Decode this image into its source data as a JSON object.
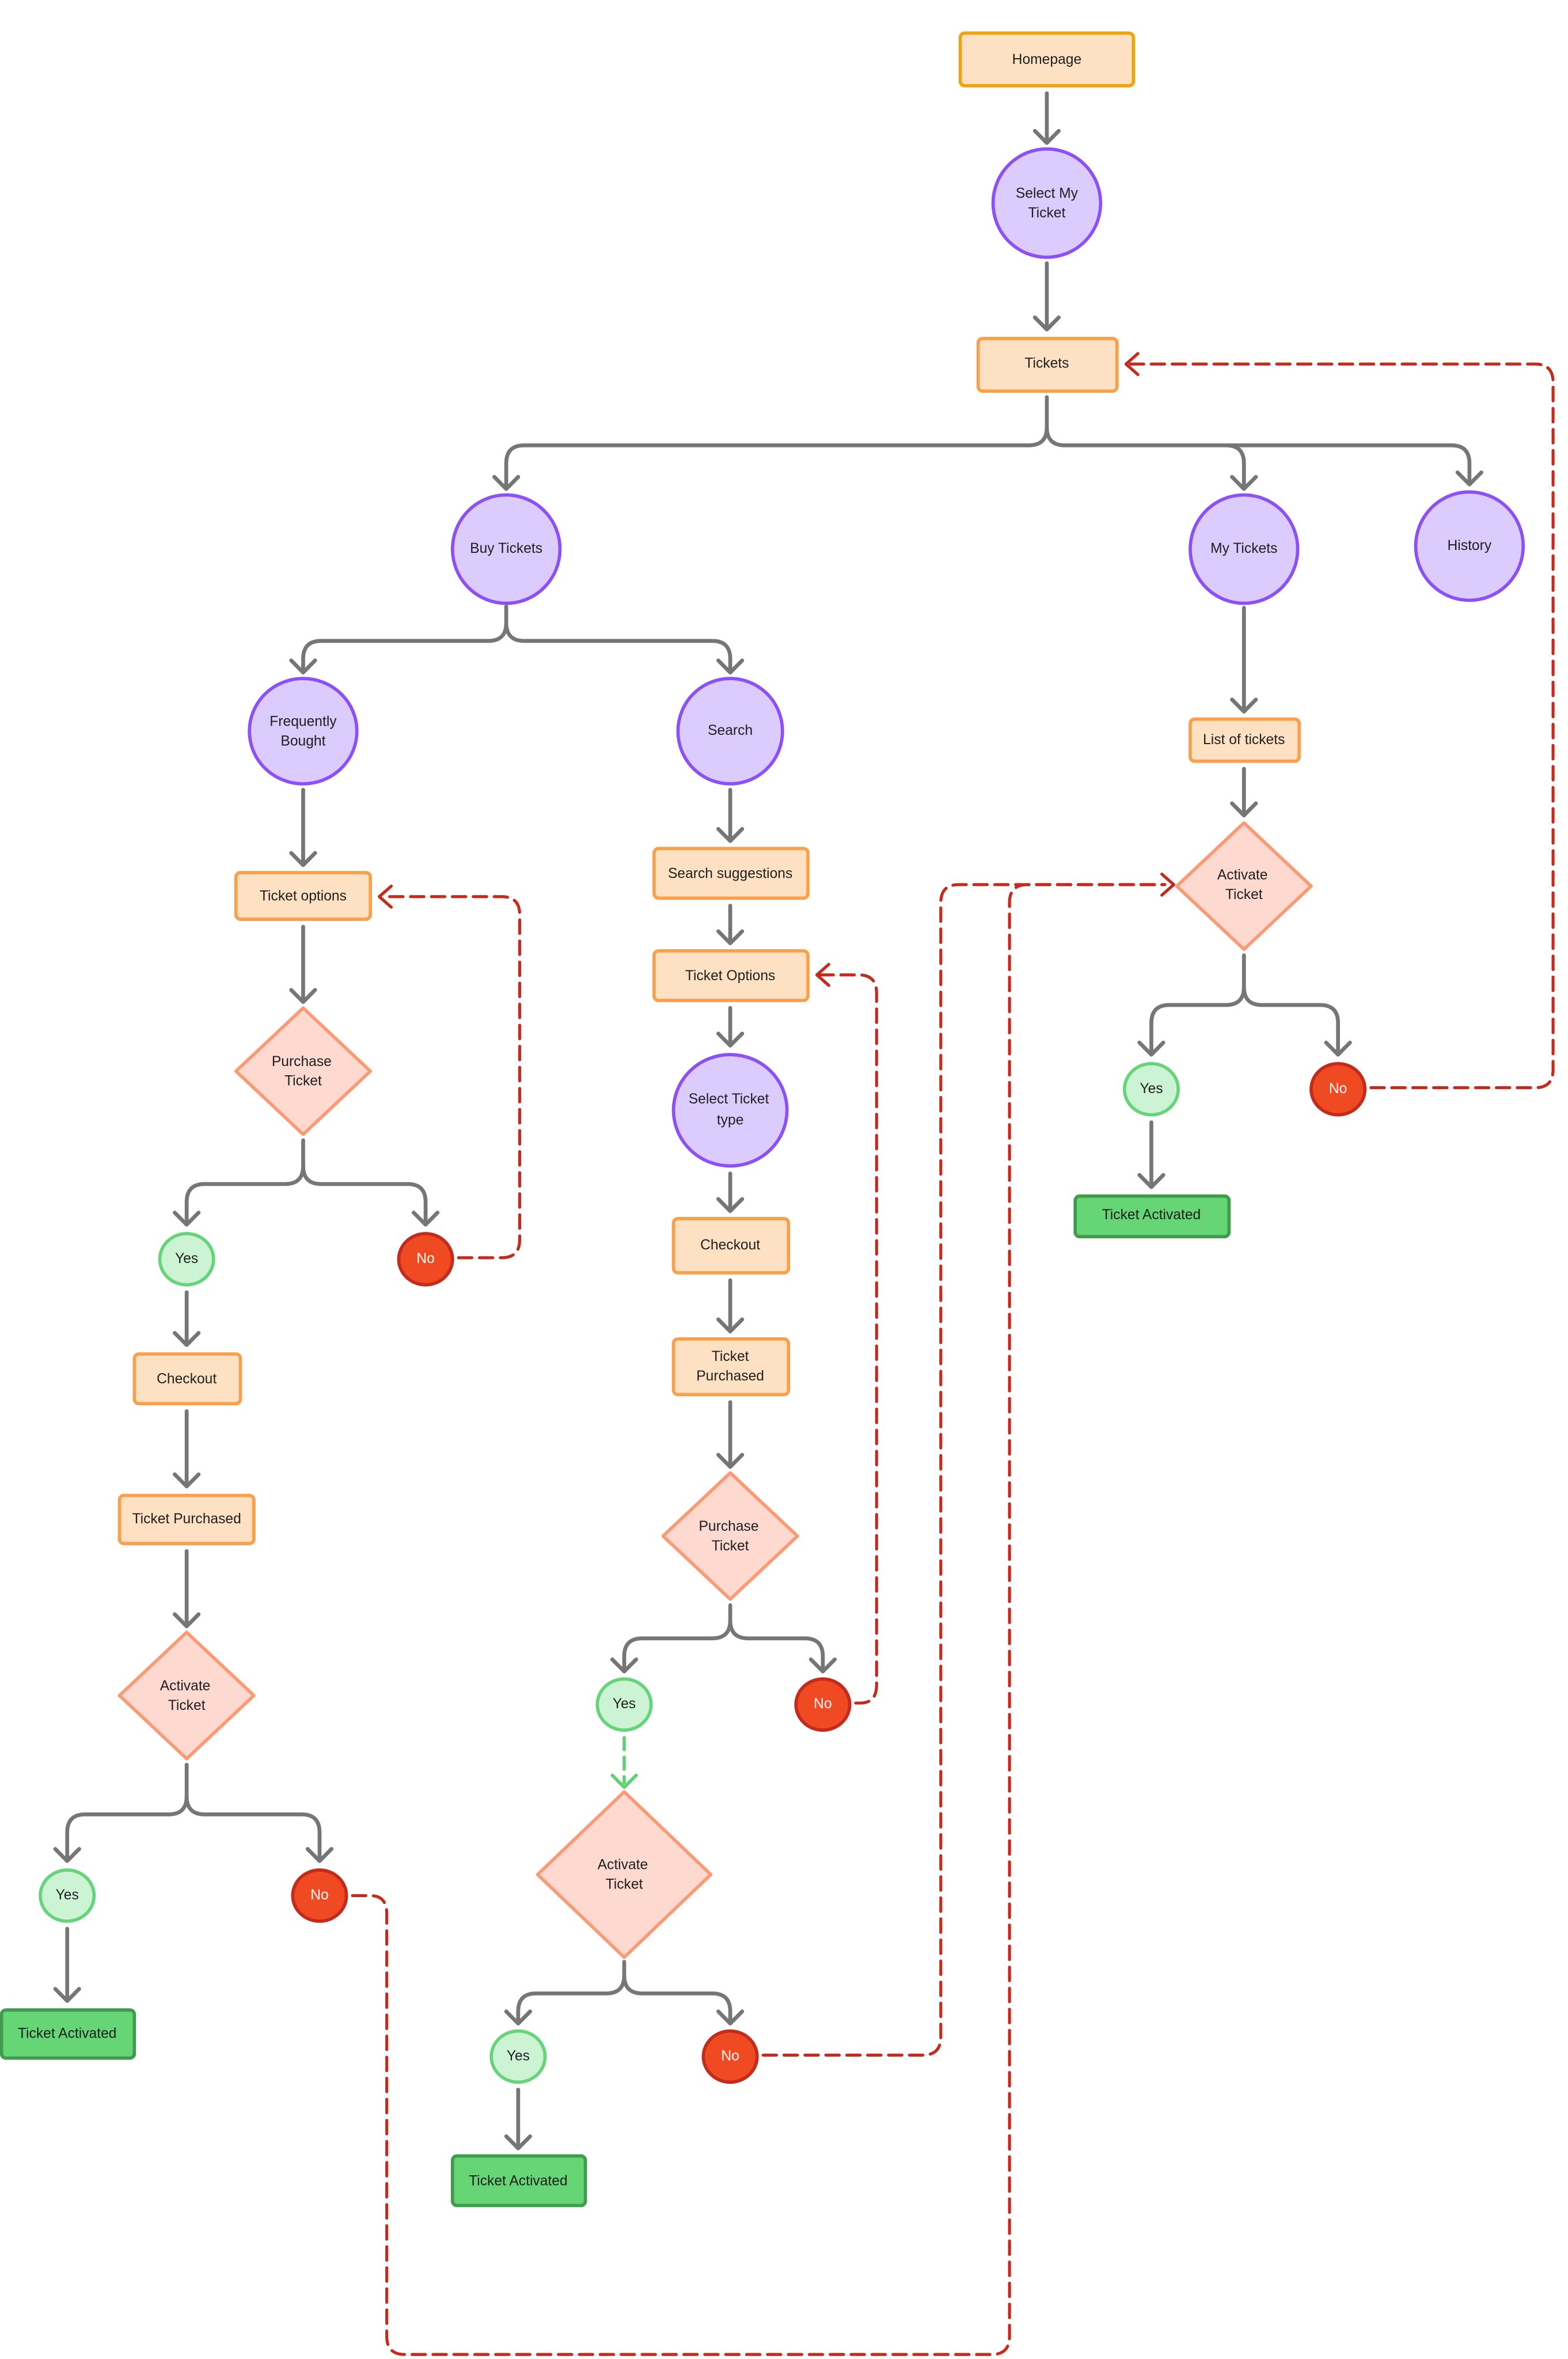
{
  "colors": {
    "page": "#ffffff",
    "start_fill": "#fee0c2",
    "start_stroke": "#f0a30a",
    "process_fill": "#fee0c2",
    "process_stroke": "#fba04a",
    "screen_fill": "#dccbfd",
    "screen_stroke": "#8b50f8",
    "decision_fill": "#fdd9d0",
    "decision_stroke": "#fb9a73",
    "yes_fill": "#ccf4d4",
    "yes_stroke": "#65d47a",
    "no_fill": "#f04a23",
    "no_stroke": "#c42b1c",
    "done_fill": "#66d576",
    "done_stroke": "#3e9c4c",
    "edge": "#767676",
    "back_edge": "#c42b1c",
    "green_edge": "#5fd271"
  },
  "nodes": {
    "homepage": "Homepage",
    "select_my_ticket": [
      "Select My",
      "Ticket"
    ],
    "tickets": "Tickets",
    "buy_tickets": "Buy Tickets",
    "my_tickets": "My Tickets",
    "history": "History",
    "frequently_bought": [
      "Frequently",
      "Bought"
    ],
    "search": "Search",
    "fb_ticket_options": "Ticket options",
    "fb_purchase_ticket": [
      "Purchase",
      "Ticket"
    ],
    "fb_yes": "Yes",
    "fb_no": "No",
    "fb_checkout": "Checkout",
    "fb_ticket_purchased": "Ticket Purchased",
    "fb_activate_ticket": [
      "Activate",
      "Ticket"
    ],
    "fb_act_yes": "Yes",
    "fb_act_no": "No",
    "fb_ticket_activated": "Ticket Activated",
    "s_search_suggestions": "Search suggestions",
    "s_ticket_options": "Ticket Options",
    "s_select_ticket_type": [
      "Select Ticket",
      "type"
    ],
    "s_checkout": "Checkout",
    "s_ticket_purchased": [
      "Ticket",
      "Purchased"
    ],
    "s_purchase_ticket": [
      "Purchase",
      "Ticket"
    ],
    "s_yes": "Yes",
    "s_no": "No",
    "s_activate_ticket": [
      "Activate",
      "Ticket"
    ],
    "s_act_yes": "Yes",
    "s_act_no": "No",
    "s_ticket_activated": "Ticket Activated",
    "mt_list_of_tickets": "List of tickets",
    "mt_activate_ticket": [
      "Activate",
      "Ticket"
    ],
    "mt_yes": "Yes",
    "mt_no": "No",
    "mt_ticket_activated": "Ticket Activated"
  }
}
